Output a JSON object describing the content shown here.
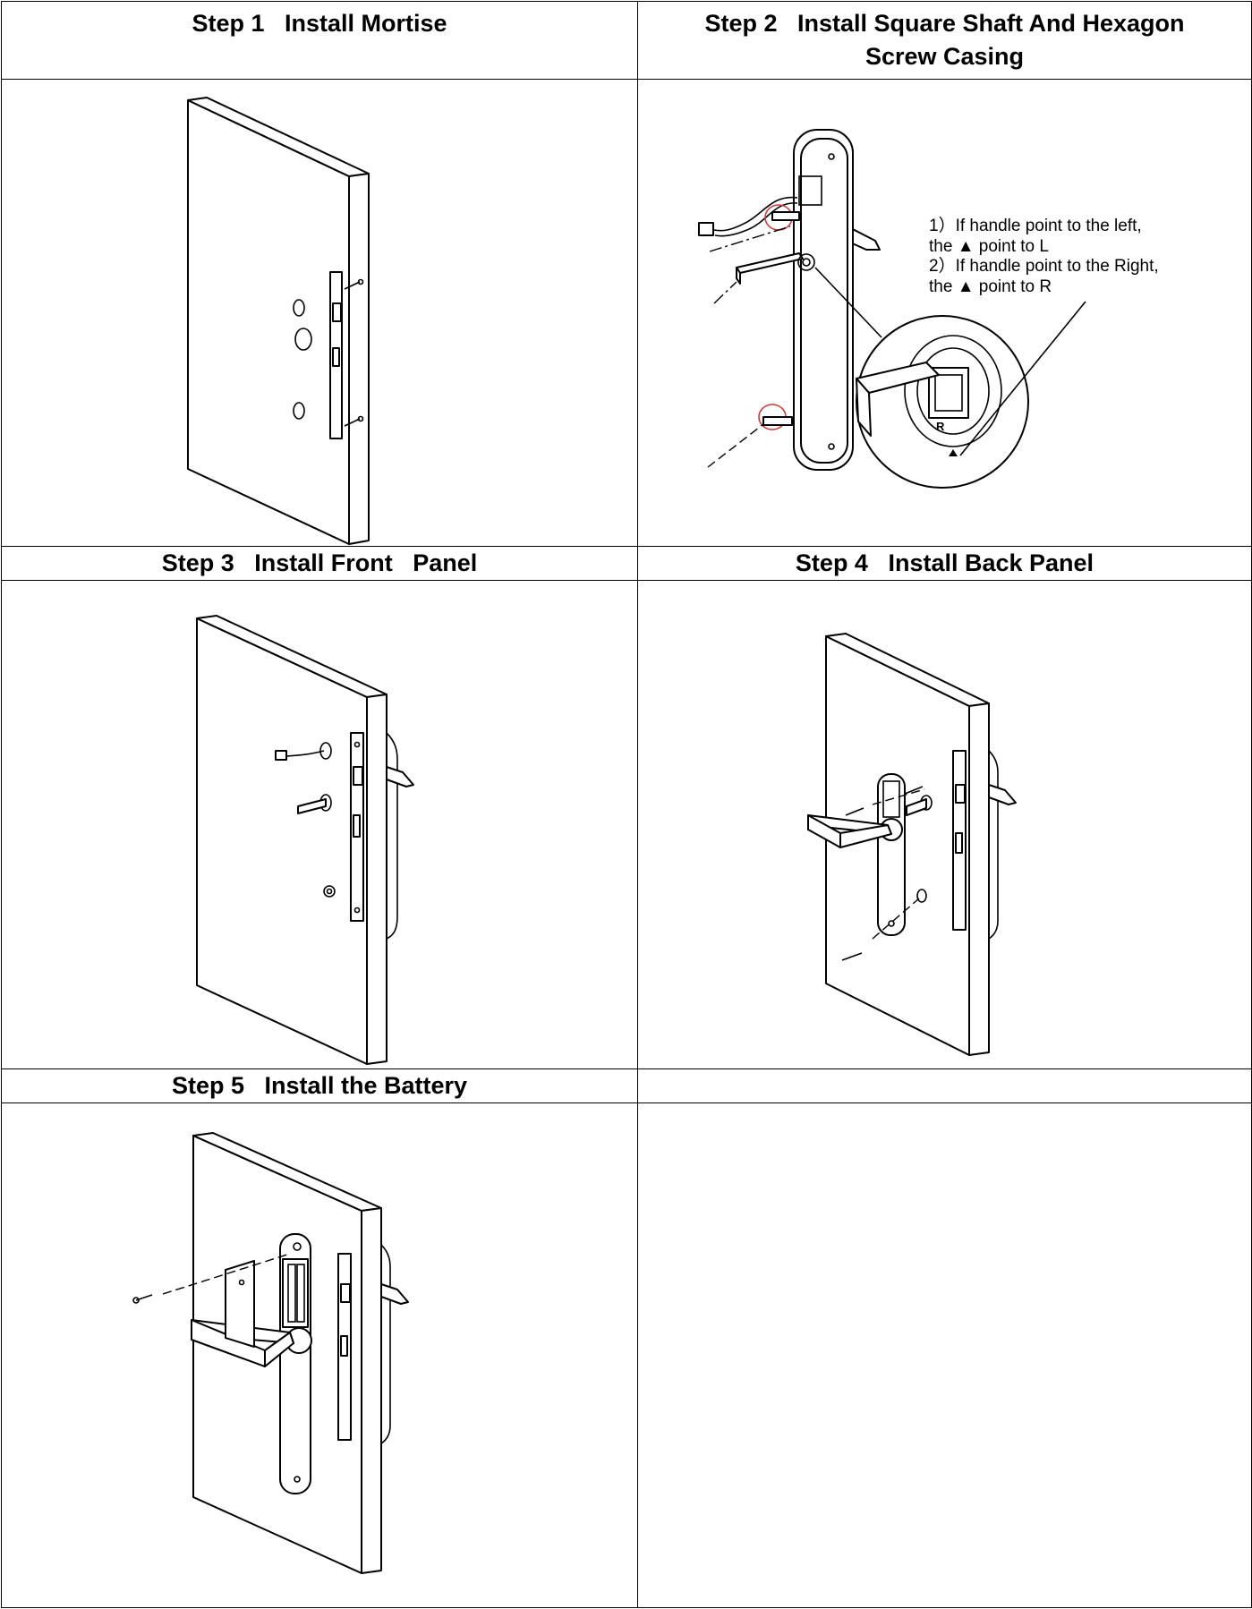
{
  "steps": [
    {
      "title": "Step 1   Install Mortise"
    },
    {
      "title": "Step 2   Install Square Shaft And Hexagon Screw Casing"
    },
    {
      "title": "Step 3   Install Front   Panel"
    },
    {
      "title": "Step 4   Install Back Panel"
    },
    {
      "title": "Step 5   Install the Battery"
    },
    {
      "title": ""
    }
  ],
  "step2_notes": {
    "line1": "1）If handle point to the left,",
    "line2": "the ▲ point to L",
    "line3": "2）If handle point to the Right,",
    "line4": "the ▲ point to R",
    "detail_label": "R"
  },
  "icons": {
    "step1": "door-with-mortise-icon",
    "step2": "panel-shaft-detail-icon",
    "step3": "door-front-panel-icon",
    "step4": "door-back-panel-icon",
    "step5": "door-battery-icon"
  }
}
